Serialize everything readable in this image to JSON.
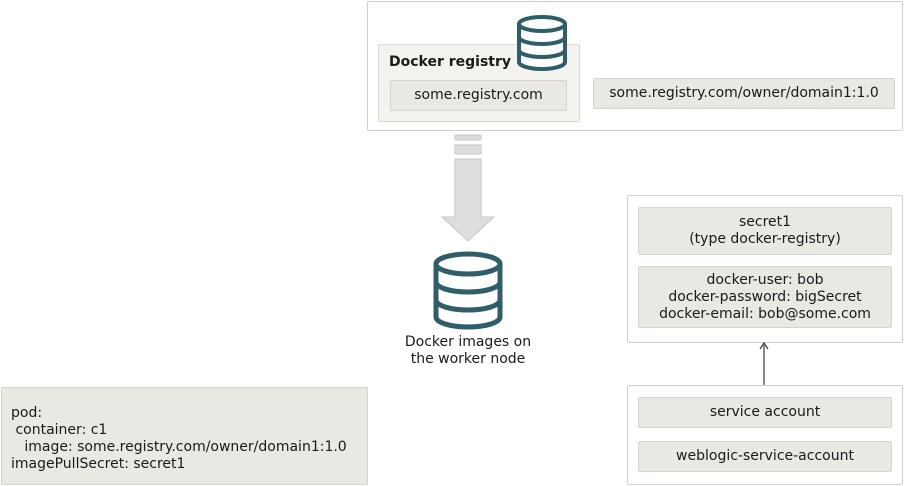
{
  "registry": {
    "title": "Docker registry",
    "host": "some.registry.com",
    "image_ref": "some.registry.com/owner/domain1:1.0"
  },
  "worker": {
    "label": "Docker images on\nthe worker node"
  },
  "secret": {
    "name": "secret1\n(type docker-registry)",
    "credentials": "docker-user: bob\ndocker-password: bigSecret\ndocker-email: bob@some.com"
  },
  "service_account": {
    "label": "service account",
    "name": "weblogic-service-account"
  },
  "pod": {
    "spec": "pod:\n container: c1\n   image: some.registry.com/owner/domain1:1.0\nimagePullSecret: secret1"
  },
  "colors": {
    "database_icon": "#2f5d6a",
    "arrow_fill": "#dedddd",
    "box_fill": "#e9e8e3"
  },
  "icons": [
    "database-icon",
    "database-icon",
    "down-arrow",
    "up-arrow"
  ]
}
